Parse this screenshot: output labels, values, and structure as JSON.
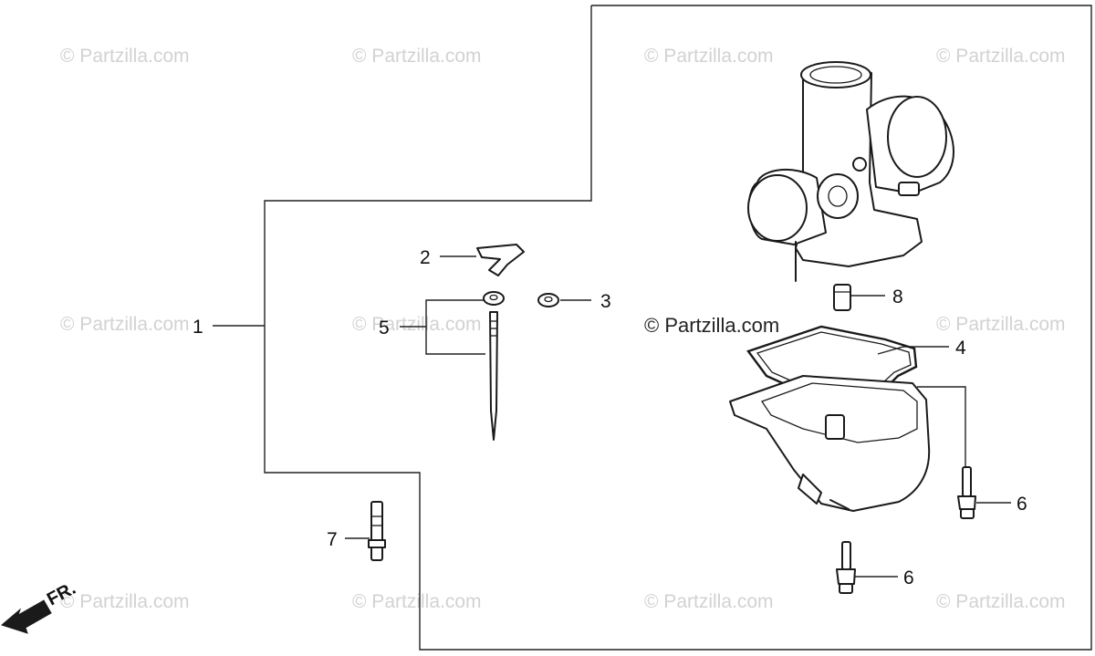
{
  "watermarks": [
    "© Partzilla.com",
    "© Partzilla.com",
    "© Partzilla.com",
    "© Partzilla.com",
    "© Partzilla.com",
    "© Partzilla.com",
    "© Partzilla.com",
    "© Partzilla.com",
    "© Partzilla.com",
    "© Partzilla.com",
    "© Partzilla.com"
  ],
  "center_watermark": "© Partzilla.com",
  "callouts": {
    "c1": "1",
    "c2": "2",
    "c3": "3",
    "c4": "4",
    "c5": "5",
    "c6a": "6",
    "c6b": "6",
    "c7": "7",
    "c8": "8"
  },
  "direction": {
    "label": "FR.",
    "icon": "arrow-front-icon"
  },
  "colors": {
    "line": "#222222",
    "watermark": "#d2d2d2",
    "background": "#ffffff"
  }
}
